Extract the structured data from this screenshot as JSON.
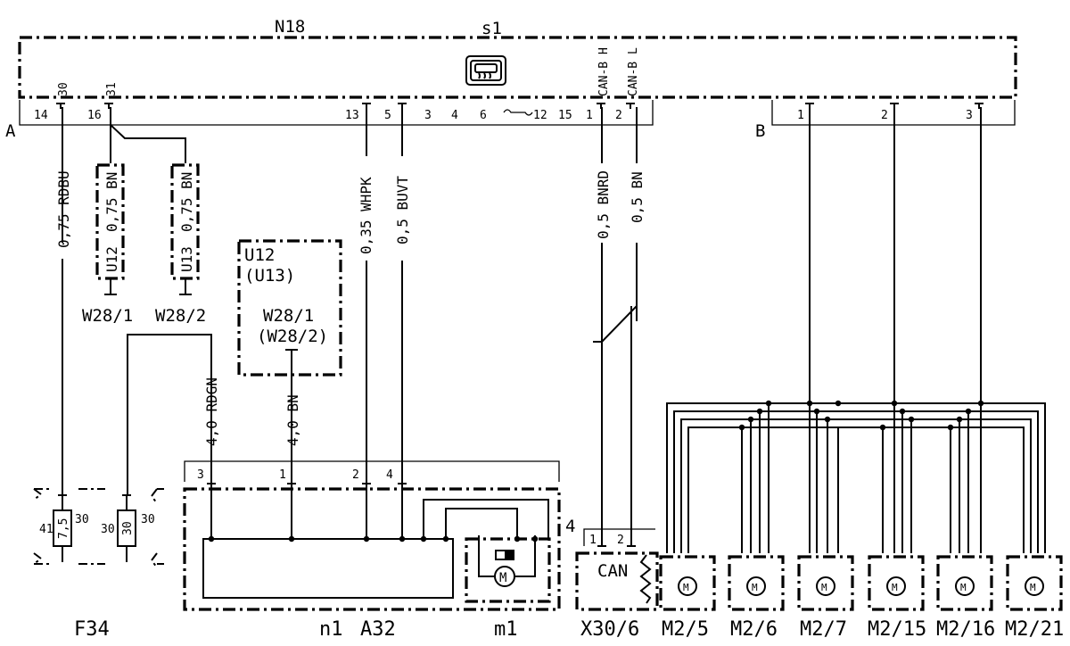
{
  "module": {
    "name": "N18",
    "switch": "s1",
    "connector_a": "A",
    "connector_b": "B",
    "pins_a": [
      "14",
      "16",
      "13",
      "5",
      "3",
      "4",
      "6",
      "12",
      "15",
      "1",
      "2"
    ],
    "pin_tags": [
      "30",
      "31",
      "CAN-B H",
      "CAN-B L"
    ],
    "pins_b": [
      "1",
      "2",
      "3"
    ]
  },
  "wires": {
    "rdbu": "0,75 RDBU",
    "bn_left": "0,75 BN",
    "bn_right": "0,75 BN",
    "whpk": "0,35 WHPK",
    "buvt": "0,5 BUVT",
    "bnrd": "0,5 BNRD",
    "bn_can": "0,5 BN",
    "rdgn": "4,0 RDGN",
    "bn_4": "4,0 BN"
  },
  "grounds": {
    "u12": "U12",
    "u13": "U13",
    "w28_1": "W28/1",
    "w28_2": "W28/2"
  },
  "ref_box": {
    "line1": "U12",
    "line2": "(U13)",
    "line3": "W28/1",
    "line4": "(W28/2)"
  },
  "fuse": {
    "pins_left": [
      "41",
      "30"
    ],
    "values": [
      "7,5",
      "30"
    ],
    "pins_right": [
      "30",
      "30"
    ]
  },
  "a32_pins": [
    "3",
    "1",
    "2",
    "4"
  ],
  "can": {
    "label": "CAN",
    "pins": [
      "1",
      "2"
    ],
    "side_pin": "4"
  },
  "labels": {
    "f34": "F34",
    "n1": "n1",
    "a32": "A32",
    "m1": "m1",
    "x30": "X30/6",
    "m2_5": "M2/5",
    "m2_6": "M2/6",
    "m2_7": "M2/7",
    "m2_15": "M2/15",
    "m2_16": "M2/16",
    "m2_21": "M2/21"
  },
  "icons": [
    "defroster-icon",
    "motor-icon",
    "actuator-motor-icon"
  ]
}
